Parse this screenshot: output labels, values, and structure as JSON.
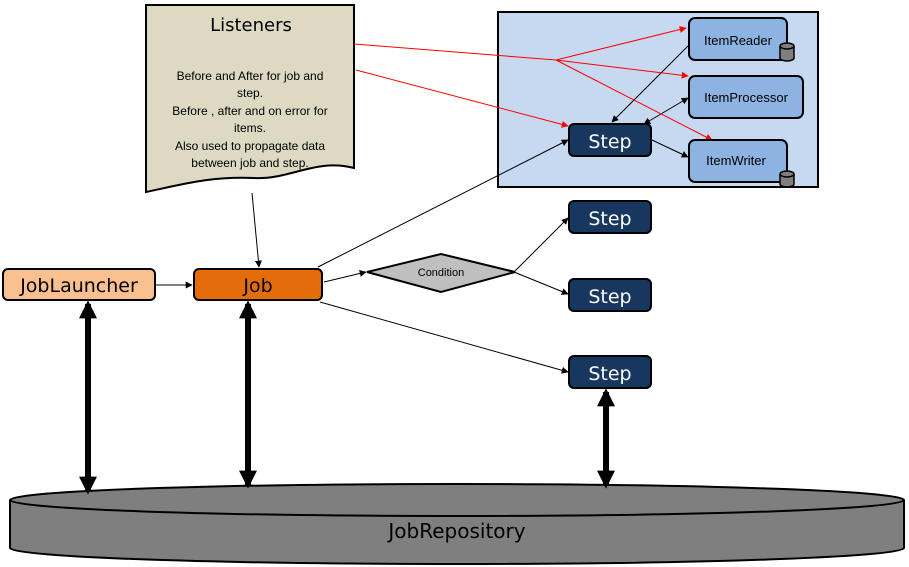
{
  "diagram": {
    "listeners": {
      "title": "Listeners",
      "lines": [
        "Before and After for job and",
        "step.",
        "Before , after and on error for",
        "items.",
        "Also used to propagate data",
        "between job and step."
      ]
    },
    "nodes": {
      "job_launcher": "JobLauncher",
      "job": "Job",
      "condition": "Condition",
      "step_main": "Step",
      "step_upper": "Step",
      "step_middle": "Step",
      "step_lower": "Step",
      "item_reader": "ItemReader",
      "item_processor": "ItemProcessor",
      "item_writer": "ItemWriter",
      "job_repository": "JobRepository"
    },
    "colors": {
      "listeners_fill": "#ddd9c3",
      "step_panel_fill": "#c6d9f1",
      "job_launcher_fill": "#fac090",
      "job_fill": "#e46c0a",
      "step_fill": "#17375e",
      "item_fill": "#8db3e2",
      "condition_fill": "#bfbfbf",
      "repository_fill": "#7f7f7f",
      "listener_arrow": "#ff0000"
    }
  }
}
